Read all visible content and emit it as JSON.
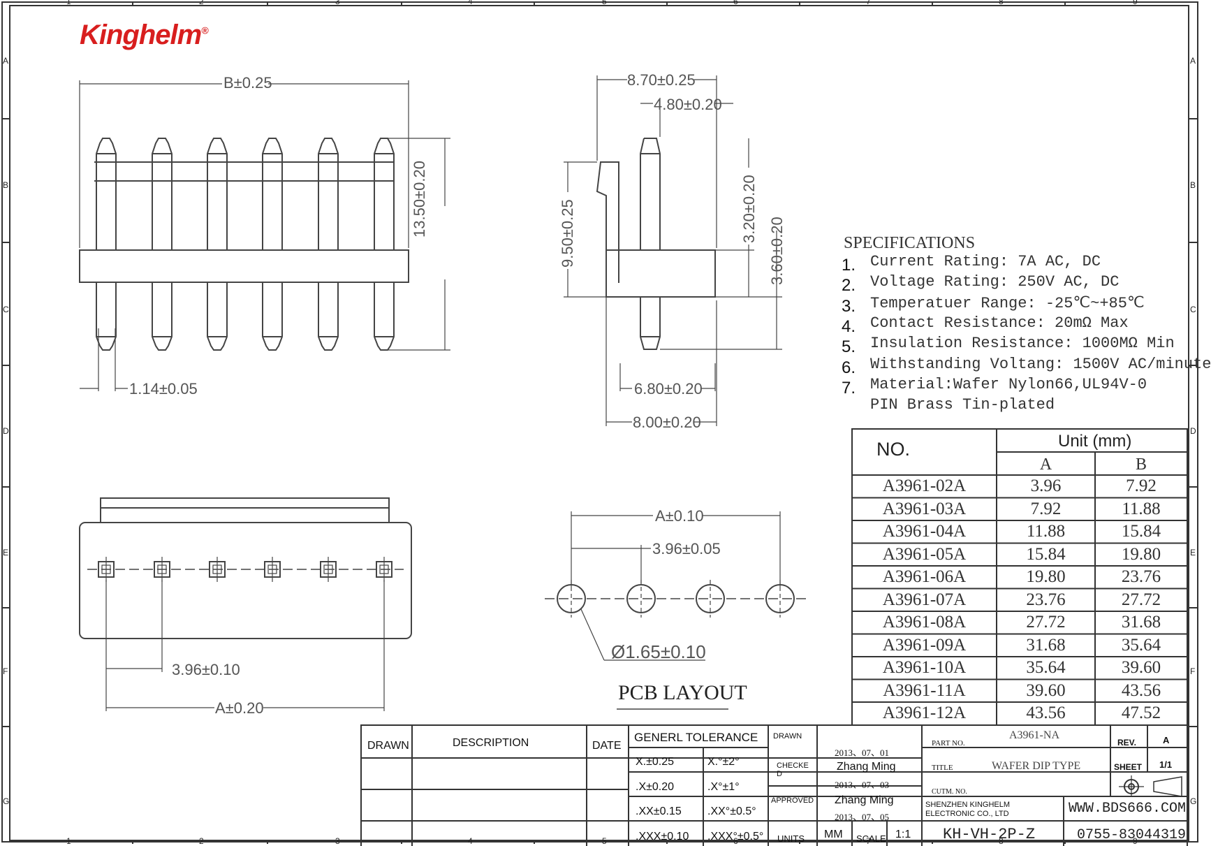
{
  "brand": {
    "logo": "Kinghelm",
    "reg": "®"
  },
  "border": {
    "columns": [
      "1",
      "2",
      "3",
      "4",
      "5",
      "6",
      "7",
      "8",
      "9"
    ],
    "rows": [
      "A",
      "B",
      "C",
      "D",
      "E",
      "F",
      "G"
    ]
  },
  "front_view": {
    "b_dim": "B±0.25",
    "height_dim": "13.50±0.20",
    "pin_dim": "1.14±0.05"
  },
  "side_view": {
    "w1": "8.70±0.25",
    "w2": "4.80±0.20",
    "h1": "9.50±0.25",
    "h2": "3.20±0.20",
    "h3": "3.60±0.20",
    "w3": "6.80±0.20",
    "w4": "8.00±0.20"
  },
  "bottom_view": {
    "pitch_dim": "3.96±0.10",
    "a_dim": "A±0.20"
  },
  "pcb_layout": {
    "a_dim": "A±0.10",
    "pitch_dim": "3.96±0.05",
    "hole_dim": "Ø1.65±0.10",
    "title": "PCB LAYOUT"
  },
  "specifications": {
    "title": "SPECIFICATIONS",
    "items": [
      {
        "n": "1.",
        "text": "Current Rating: 7A AC, DC"
      },
      {
        "n": "2.",
        "text": "Voltage Rating: 250V AC, DC"
      },
      {
        "n": "3.",
        "text": "Temperatuer Range: -25℃~+85℃"
      },
      {
        "n": "4.",
        "text": "Contact Resistance: 20mΩ Max"
      },
      {
        "n": "5.",
        "text": "Insulation Resistance: 1000MΩ Min"
      },
      {
        "n": "6.",
        "text": "Withstanding Voltang: 1500V AC/minute"
      },
      {
        "n": "7.",
        "text": "Material:Wafer Nylon66,UL94V-0"
      },
      {
        "n": "",
        "text": "PIN Brass Tin-plated"
      }
    ]
  },
  "table": {
    "no_header": "NO.",
    "unit_header": "Unit (mm)",
    "col_a": "A",
    "col_b": "B",
    "rows": [
      {
        "no": "A3961-02A",
        "a": "3.96",
        "b": "7.92"
      },
      {
        "no": "A3961-03A",
        "a": "7.92",
        "b": "11.88"
      },
      {
        "no": "A3961-04A",
        "a": "11.88",
        "b": "15.84"
      },
      {
        "no": "A3961-05A",
        "a": "15.84",
        "b": "19.80"
      },
      {
        "no": "A3961-06A",
        "a": "19.80",
        "b": "23.76"
      },
      {
        "no": "A3961-07A",
        "a": "23.76",
        "b": "27.72"
      },
      {
        "no": "A3961-08A",
        "a": "27.72",
        "b": "31.68"
      },
      {
        "no": "A3961-09A",
        "a": "31.68",
        "b": "35.64"
      },
      {
        "no": "A3961-10A",
        "a": "35.64",
        "b": "39.60"
      },
      {
        "no": "A3961-11A",
        "a": "39.60",
        "b": "43.56"
      },
      {
        "no": "A3961-12A",
        "a": "43.56",
        "b": "47.52"
      }
    ]
  },
  "title_block": {
    "drawn": "DRAWN",
    "description": "DESCRIPTION",
    "date": "DATE",
    "tolerance_title": "GENERL TOLERANCE",
    "tol": [
      [
        "X.±0.25",
        "X.°±2°"
      ],
      [
        ".X±0.20",
        ".X°±1°"
      ],
      [
        ".XX±0.15",
        ".XX°±0.5°"
      ],
      [
        ".XXX±0.10",
        ".XXX°±0.5°"
      ]
    ],
    "drawn_label": "DRAWN",
    "drawn_date": "2013、07、01",
    "checked_label": "CHECKE D",
    "checked_name": "Zhang Ming",
    "checked_date": "2013、07、03",
    "approved_label": "APPROVED",
    "approved_name": "Zhang Ming",
    "approved_date": "2013、07、05",
    "units_label": "UNITS",
    "units": "MM",
    "scale_label": "SCALE",
    "scale": "1:1",
    "part_no_label": "PART NO.",
    "part_no": "A3961-NA",
    "title_label": "TITLE",
    "title": "WAFER DIP TYPE",
    "cutm_label": "CUTM. NO.",
    "rev_label": "REV.",
    "rev": "A",
    "sheet_label": "SHEET",
    "sheet": "1/1",
    "company": "SHENZHEN KINGHELM ELECTRONIC CO., LTD",
    "model": "KH-VH-2P-Z",
    "website": "WWW.BDS666.COM",
    "phone": "0755-83044319"
  }
}
